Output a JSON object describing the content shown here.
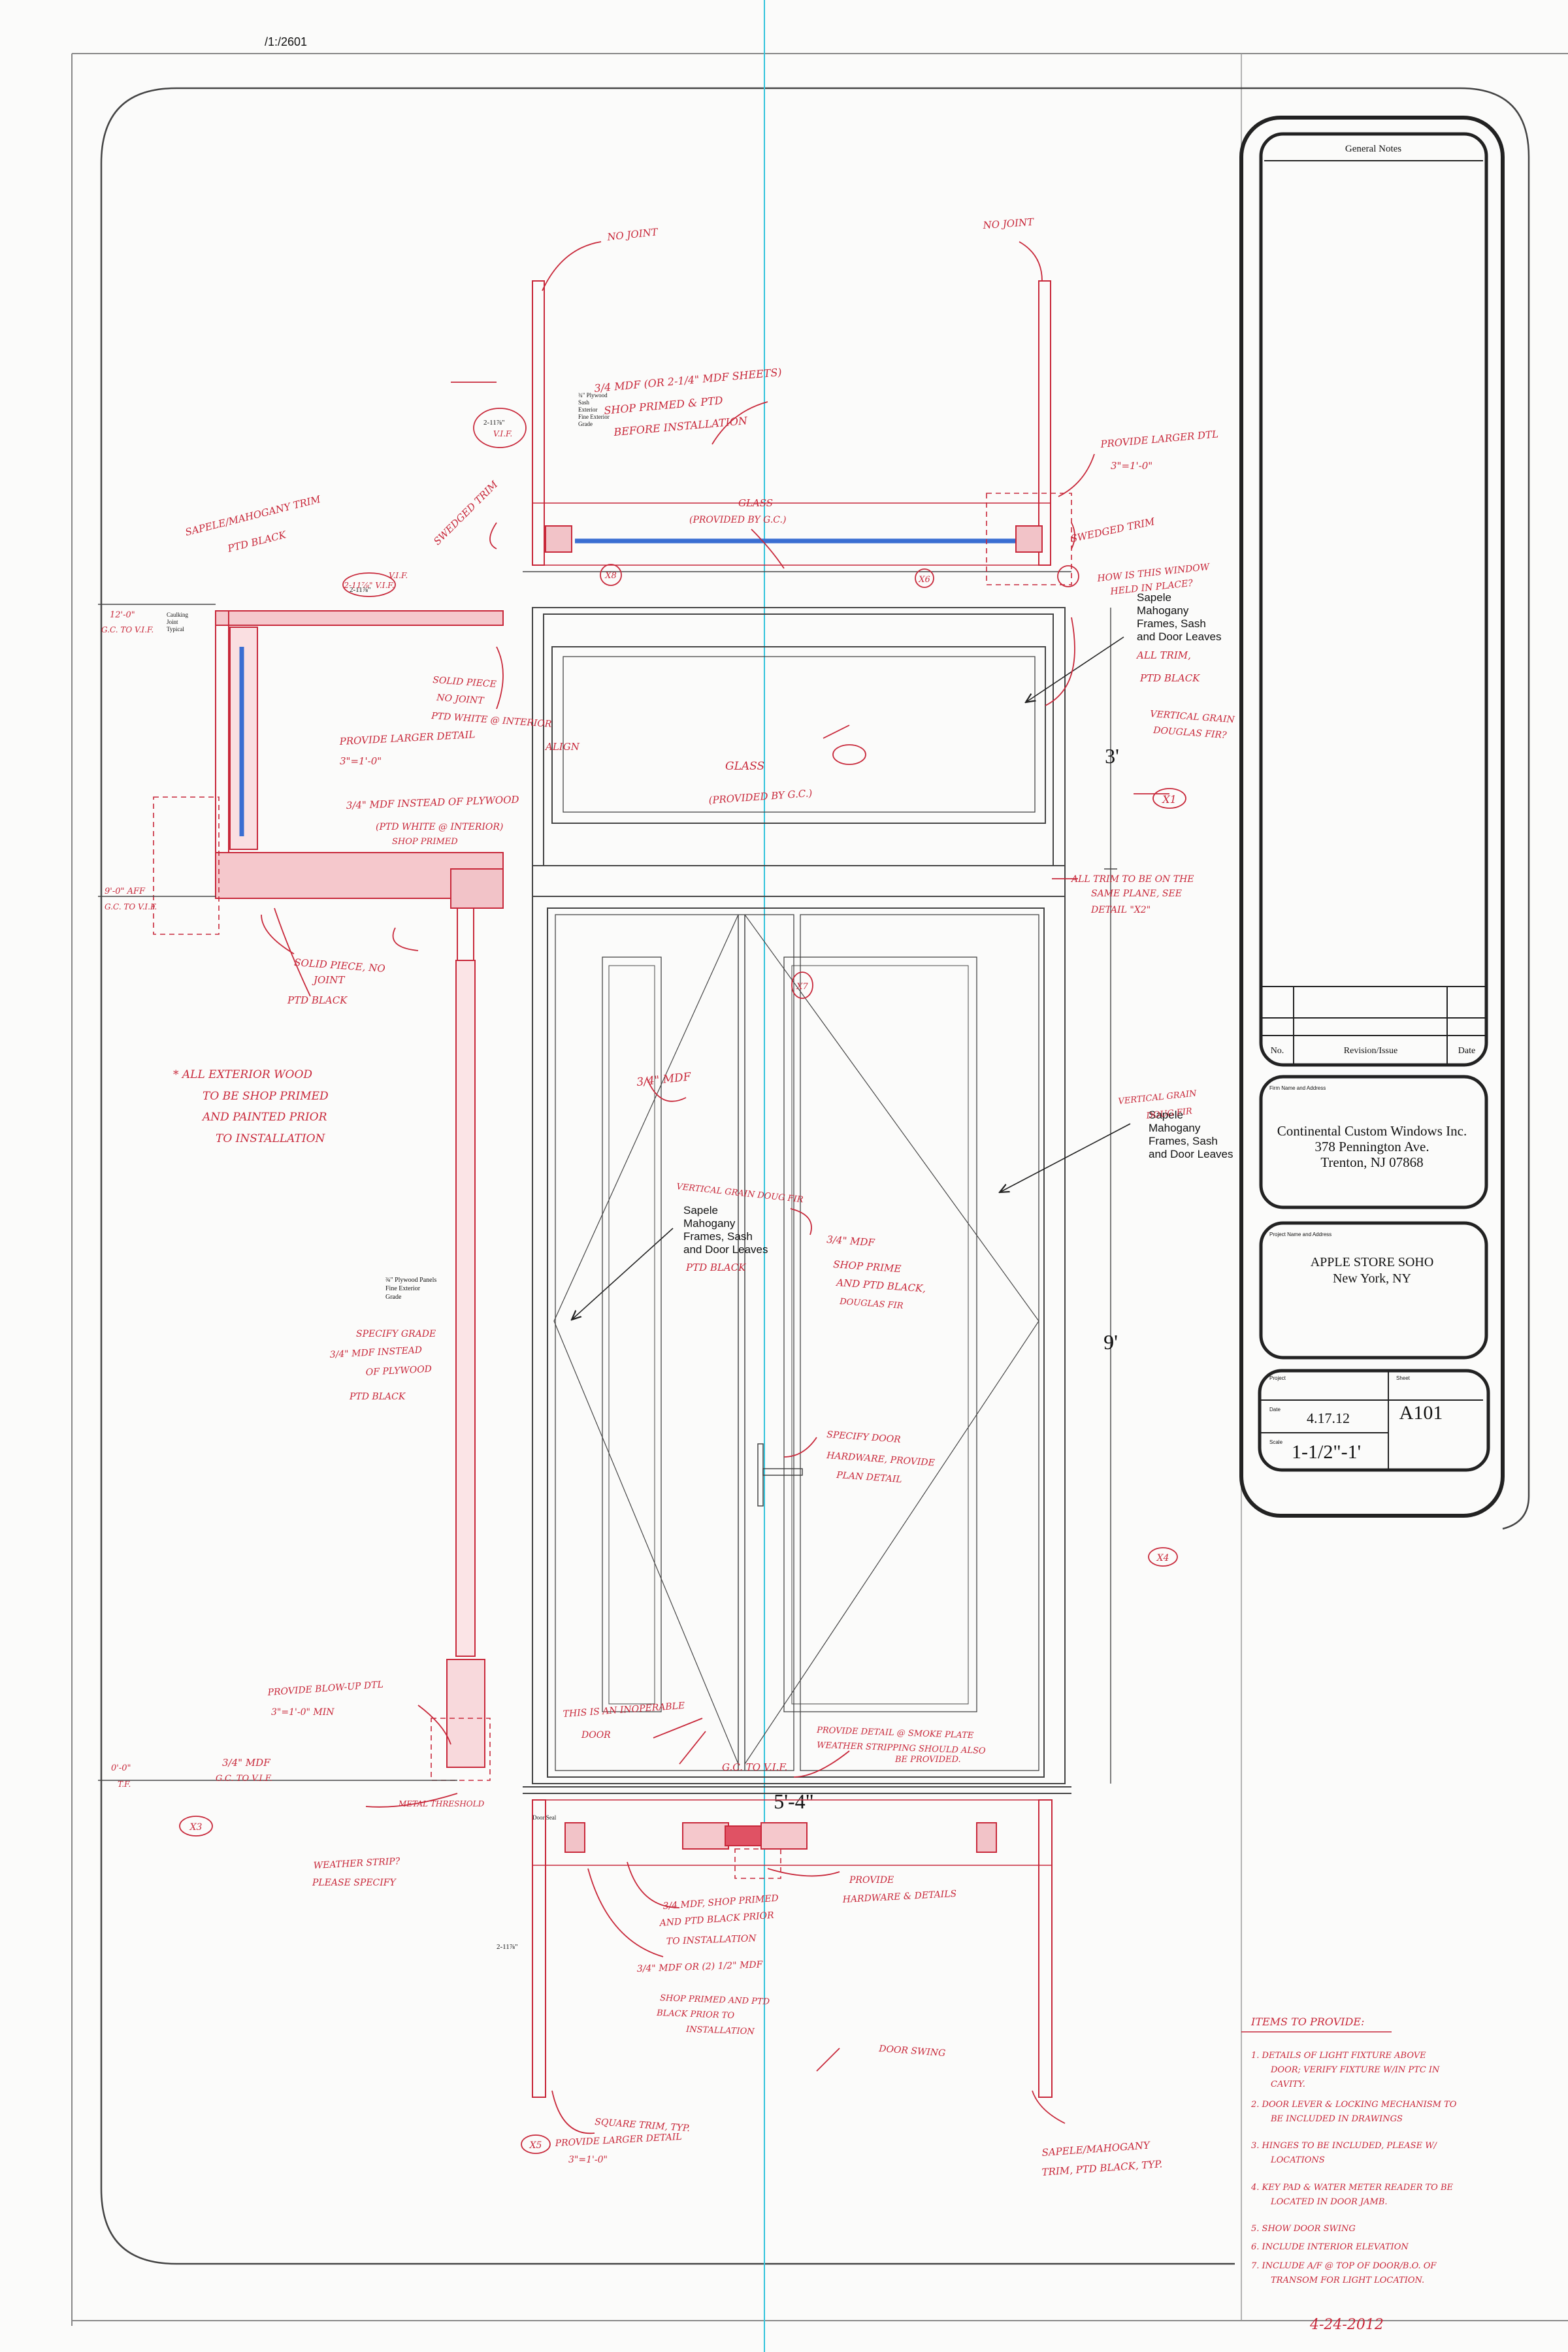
{
  "title_block": {
    "general_notes_header": "General Notes",
    "revision_col_no": "No.",
    "revision_col_issue": "Revision/Issue",
    "revision_col_date": "Date",
    "firm_label": "Firm Name and Address",
    "firm_name": "Continental Custom Windows Inc.",
    "firm_street": "378 Pennington Ave.",
    "firm_city": "Trenton, NJ 07868",
    "project_label": "Project Name and Address",
    "project_name": "APPLE STORE SOHO",
    "project_city": "New York, NY",
    "project_field_label": "Project",
    "sheet_field_label": "Sheet",
    "date_label": "Date",
    "date_value": "4.17.12",
    "sheet_value": "A101",
    "scale_label": "Scale",
    "scale_value": "1-1/2\"-1'"
  },
  "drawing": {
    "dim_3ft": "3'",
    "dim_9ft": "9'",
    "dim_5ft4": "5'-4\"",
    "dim_2_11_top": "2-11⅞\"",
    "dim_2_11_left": "2-11⅞\"",
    "dim_2_11_bottom": "2-11⅞\"",
    "door_seal": "Door Seal",
    "printed_note_1_a": "Sapele",
    "printed_note_1_b": "Mahogany",
    "printed_note_1_c": "Frames, Sash",
    "printed_note_1_d": "and Door Leaves",
    "printed_note_2_a": "Sapele",
    "printed_note_2_b": "Mahogany",
    "printed_note_2_c": "Frames, Sash",
    "printed_note_2_d": "and Door Leaves",
    "printed_note_3_a": "Sapele",
    "printed_note_3_b": "Mahogany",
    "printed_note_3_c": "Frames, Sash",
    "printed_note_3_d": "and Door Leaves",
    "plywood_top_a": "¾\" Plywood",
    "plywood_top_b": "Sash",
    "plywood_top_c": "Exterior",
    "plywood_top_d": "Fine Exterior",
    "plywood_top_e": "Grade",
    "plywood_mid_a": "¾\" Plywood Panels",
    "plywood_mid_b": "Fine Exterior",
    "plywood_mid_c": "Grade",
    "caulking_a": "Caulking",
    "caulking_b": "Joint",
    "caulking_c": "Typical"
  },
  "markups": {
    "no_joint_left": "NO JOINT",
    "no_joint_right": "NO JOINT",
    "mdf_top_1": "3/4 MDF (OR 2-1/4\" MDF SHEETS)",
    "mdf_top_2": "SHOP PRIMED & PTD",
    "mdf_top_3": "BEFORE INSTALLATION",
    "glass_top_1": "GLASS",
    "glass_top_2": "(PROVIDED BY G.C.)",
    "provide_larger_top_1": "PROVIDE LARGER DTL",
    "provide_larger_top_2": "3\"=1'-0\"",
    "swedged_trim_left": "SWEDGED TRIM",
    "swedged_trim_right": "SWEDGED TRIM",
    "sapele_trim_1": "SAPELE/MAHOGANY TRIM",
    "sapele_trim_2": "PTD BLACK",
    "how_held_1": "HOW IS THIS WINDOW",
    "how_held_2": "HELD IN PLACE?",
    "all_trim_1": "ALL TRIM,",
    "all_trim_2": "PTD BLACK",
    "vertical_grain_top_1": "VERTICAL GRAIN",
    "vertical_grain_top_2": "DOUGLAS FIR?",
    "solid_piece_top_1": "SOLID PIECE",
    "solid_piece_top_2": "NO JOINT",
    "solid_piece_top_3": "PTD WHITE @ INTERIOR",
    "align": "ALIGN",
    "provide_larger_mid_1": "PROVIDE LARGER DETAIL",
    "provide_larger_mid_2": "3\"=1'-0\"",
    "mdf_instead_1": "3/4\" MDF INSTEAD OF PLYWOOD",
    "mdf_instead_2": "(PTD WHITE @ INTERIOR)",
    "mdf_instead_3": "SHOP PRIMED",
    "glass_mid_1": "GLASS",
    "glass_mid_2": "(PROVIDED BY G.C.)",
    "trim_same_plane_1": "ALL TRIM TO BE ON THE",
    "trim_same_plane_2": "SAME PLANE, SEE",
    "trim_same_plane_3": "DETAIL \"X2\"",
    "solid_piece_bot_1": "SOLID PIECE, NO",
    "solid_piece_bot_2": "JOINT",
    "solid_piece_bot_3": "PTD BLACK",
    "exterior_wood_1": "* ALL EXTERIOR WOOD",
    "exterior_wood_2": "TO BE SHOP PRIMED",
    "exterior_wood_3": "AND PAINTED PRIOR",
    "exterior_wood_4": "TO INSTALLATION",
    "mdf_leaf": "3/4\" MDF",
    "vertical_grain_mid_1": "VERTICAL GRAIN DOUG FIR",
    "vertical_grain_right_1": "VERTICAL GRAIN",
    "vertical_grain_right_2": "DOUG FIR",
    "shop_prime_1": "3/4\" MDF",
    "shop_prime_2": "SHOP PRIME",
    "shop_prime_3": "AND PTD BLACK,",
    "shop_prime_4": "DOUGLAS FIR",
    "ptd_black_center": "PTD BLACK",
    "specify_grade_1": "SPECIFY GRADE",
    "specify_grade_2": "3/4\" MDF INSTEAD",
    "specify_grade_3": "OF PLYWOOD",
    "specify_grade_4": "PTD BLACK",
    "specify_hardware_1": "SPECIFY DOOR",
    "specify_hardware_2": "HARDWARE, PROVIDE",
    "specify_hardware_3": "PLAN DETAIL",
    "blowup_1": "PROVIDE BLOW-UP DTL",
    "blowup_2": "3\"=1'-0\" MIN",
    "inoperable_1": "THIS IS AN INOPERABLE",
    "inoperable_2": "DOOR",
    "sill_detail_1": "PROVIDE DETAIL @ SMOKE PLATE",
    "sill_detail_2": "WEATHER STRIPPING SHOULD ALSO",
    "sill_detail_3": "BE PROVIDED.",
    "gc_tovif_right": "G.C. TO V.I.F.",
    "gc_tovif_left": "G.C. TO V.I.F.",
    "mdf_left": "3/4\" MDF",
    "metal_threshold": "METAL THRESHOLD",
    "weather_strip_1": "WEATHER STRIP?",
    "weather_strip_2": "PLEASE SPECIFY",
    "mdf_bottom_1": "3/4 MDF, SHOP PRIMED",
    "mdf_bottom_2": "AND PTD BLACK PRIOR",
    "mdf_bottom_3": "TO INSTALLATION",
    "hardware_1": "PROVIDE",
    "hardware_2": "HARDWARE & DETAILS",
    "mdf_bottom_b1": "3/4\" MDF OR (2) 1/2\" MDF",
    "mdf_bottom_b2": "SHOP PRIMED AND PTD",
    "mdf_bottom_b3": "BLACK PRIOR TO",
    "mdf_bottom_b4": "INSTALLATION",
    "door_swing": "DOOR SWING",
    "square_trim": "SQUARE TRIM, TYP.",
    "provide_larger_bot_1": "PROVIDE LARGER DETAIL",
    "provide_larger_bot_2": "3\"=1'-0\"",
    "sapele_bot_1": "SAPELE/MAHOGANY",
    "sapele_bot_2": "TRIM, PTD BLACK, TYP.",
    "elev_1": "12'-0\"",
    "elev_1b": "G.C. TO V.I.F.",
    "elev_2": "9'-0\" AFF",
    "elev_2b": "G.C. TO V.I.F.",
    "elev_3": "0'-0\"",
    "elev_3b": "T.F.",
    "elev_v_if_top": "V.I.F.",
    "elev_v_if_mid": "V.I.F."
  },
  "items_to_provide": {
    "heading": "ITEMS TO PROVIDE:",
    "items": [
      "1. DETAILS OF LIGHT FIXTURE ABOVE DOOR; VERIFY FIXTURE W/IN PTC IN CAVITY.",
      "2. DOOR LEVER & LOCKING MECHANISM TO BE INCLUDED IN DRAWINGS",
      "3. HINGES TO BE INCLUDED, PLEASE W/ LOCATIONS",
      "4. KEY PAD & WATER METER READER TO BE LOCATED IN DOOR JAMB.",
      "5. SHOW DOOR SWING",
      "6. INCLUDE INTERIOR ELEVATION",
      "7. INCLUDE A/F @ TOP OF DOOR/B.O. OF TRANSOM FOR LIGHT LOCATION."
    ],
    "signature_date": "4-24-2012"
  },
  "callouts": {
    "x1": "X1",
    "x4": "X4",
    "x3": "X3",
    "x5": "X5",
    "x7": "X7",
    "x8": "X8",
    "x6": "X6",
    "x2_top": "2-11⅞\"  V.I.F."
  }
}
